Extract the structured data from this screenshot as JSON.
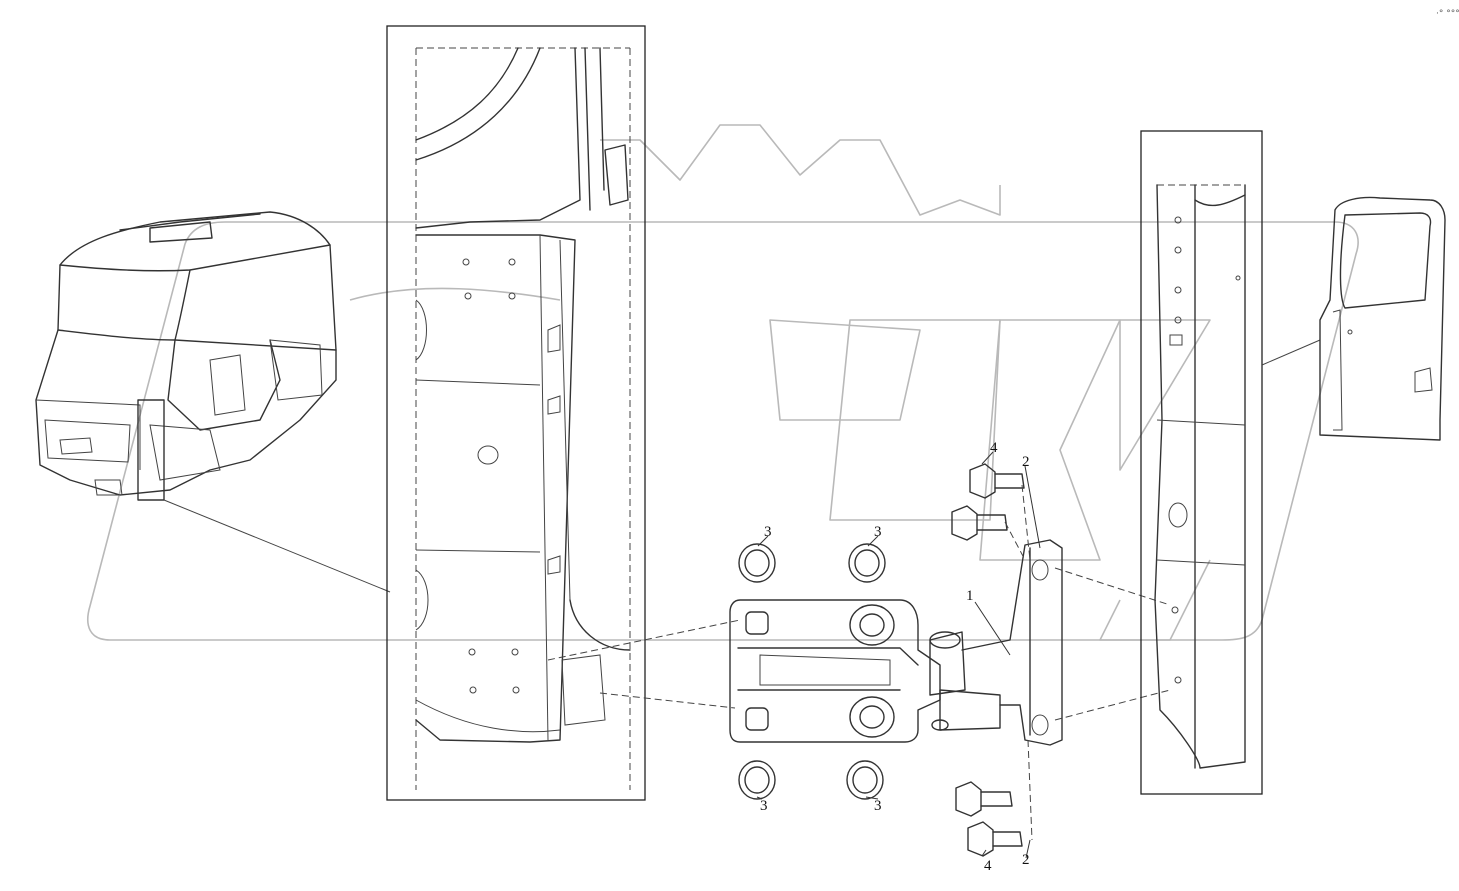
{
  "figure": {
    "corner_mark": "·° °°°",
    "watermark_text": "OPEX",
    "callouts": [
      {
        "id": "c1",
        "label": "1"
      },
      {
        "id": "c2a",
        "label": "2"
      },
      {
        "id": "c2b",
        "label": "2"
      },
      {
        "id": "c3a",
        "label": "3"
      },
      {
        "id": "c3b",
        "label": "3"
      },
      {
        "id": "c3c",
        "label": "3"
      },
      {
        "id": "c3d",
        "label": "3"
      },
      {
        "id": "c4a",
        "label": "4"
      },
      {
        "id": "c4b",
        "label": "4"
      }
    ]
  }
}
